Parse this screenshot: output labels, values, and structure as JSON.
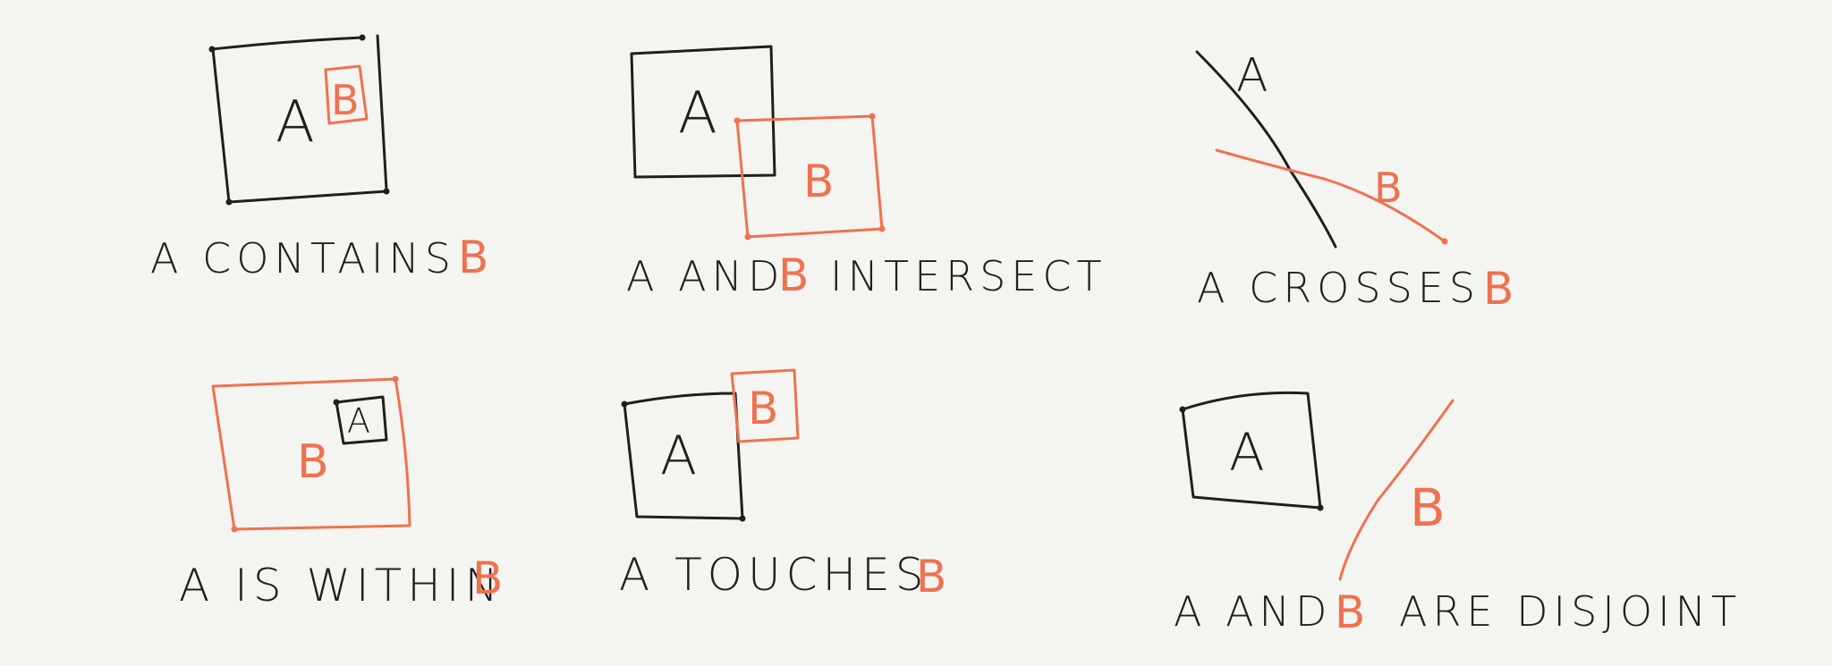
{
  "colors": {
    "ink": "#1f1f1f",
    "accent": "#ee7250",
    "background": "#f4f4f0"
  },
  "panels": {
    "contains": {
      "a": "A",
      "b": "B",
      "caption_pre": "A CONTAINS",
      "caption_b": "B"
    },
    "intersect": {
      "a": "A",
      "b": "B",
      "caption_pre": "A AND",
      "caption_b": "B",
      "caption_post": "INTERSECT"
    },
    "crosses": {
      "a": "A",
      "b": "B",
      "caption_pre": "A CROSSES",
      "caption_b": "B"
    },
    "within": {
      "a": "A",
      "b": "B",
      "caption_pre": "A IS WITHIN",
      "caption_b": "B"
    },
    "touches": {
      "a": "A",
      "b": "B",
      "caption_pre": "A TOUCHES",
      "caption_b": "B"
    },
    "disjoint": {
      "a": "A",
      "b": "B",
      "caption_pre": "A AND",
      "caption_b": "B",
      "caption_post": "ARE DISJOINT"
    }
  }
}
